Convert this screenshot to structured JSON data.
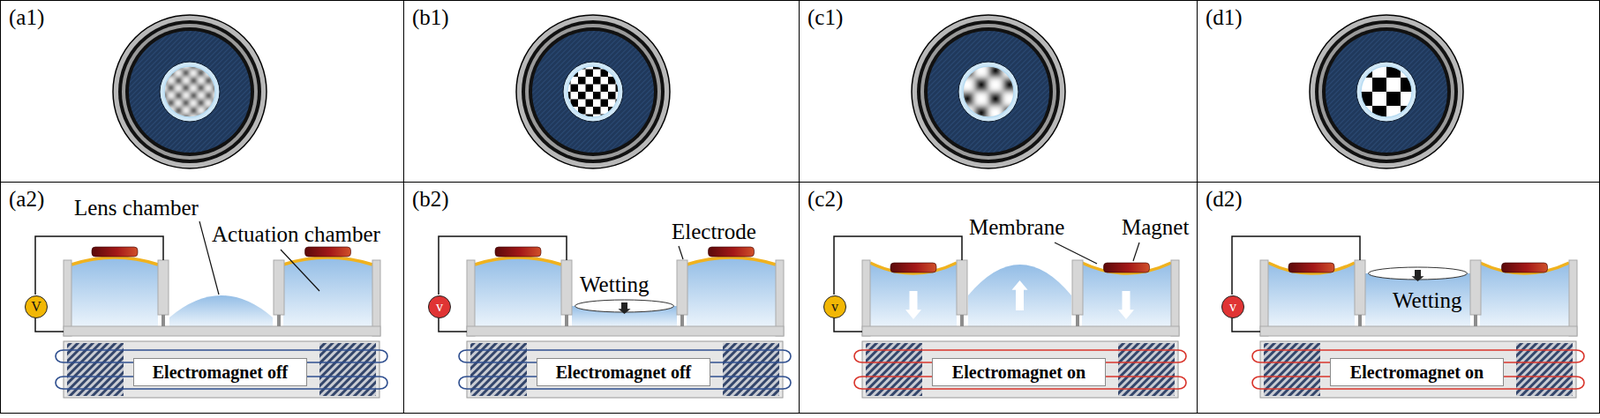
{
  "diagram": {
    "nodes": [
      {
        "text": [
          "(a1)"
        ]
      },
      {
        "text": [
          "(b1)"
        ]
      },
      {
        "text": [
          "(c1)"
        ]
      },
      {
        "text": [
          "(d1)"
        ]
      },
      {
        "text": [
          "(a2)"
        ]
      },
      {
        "text": [
          "V"
        ],
        "in": 4
      },
      {
        "text": [
          "Electromagnet off"
        ],
        "in": 4
      },
      {
        "text": [
          "(b2)"
        ]
      },
      {
        "text": [
          "v"
        ],
        "in": 7
      },
      {
        "text": [
          "Electromagnet off"
        ],
        "in": 7
      },
      {
        "text": [
          "(c2)"
        ]
      },
      {
        "text": [
          "v"
        ],
        "in": 10
      },
      {
        "text": [
          "Electromagnet on"
        ],
        "in": 10
      },
      {
        "text": [
          "(d2)"
        ]
      },
      {
        "text": [
          "v"
        ],
        "in": 13
      },
      {
        "text": [
          "Electromagnet on"
        ],
        "in": 13
      }
    ],
    "labels": [
      "Lens chamber",
      "Actuation chamber",
      "Electrode",
      "Wetting",
      "Membrane",
      "Magnet",
      "Wetting"
    ]
  }
}
